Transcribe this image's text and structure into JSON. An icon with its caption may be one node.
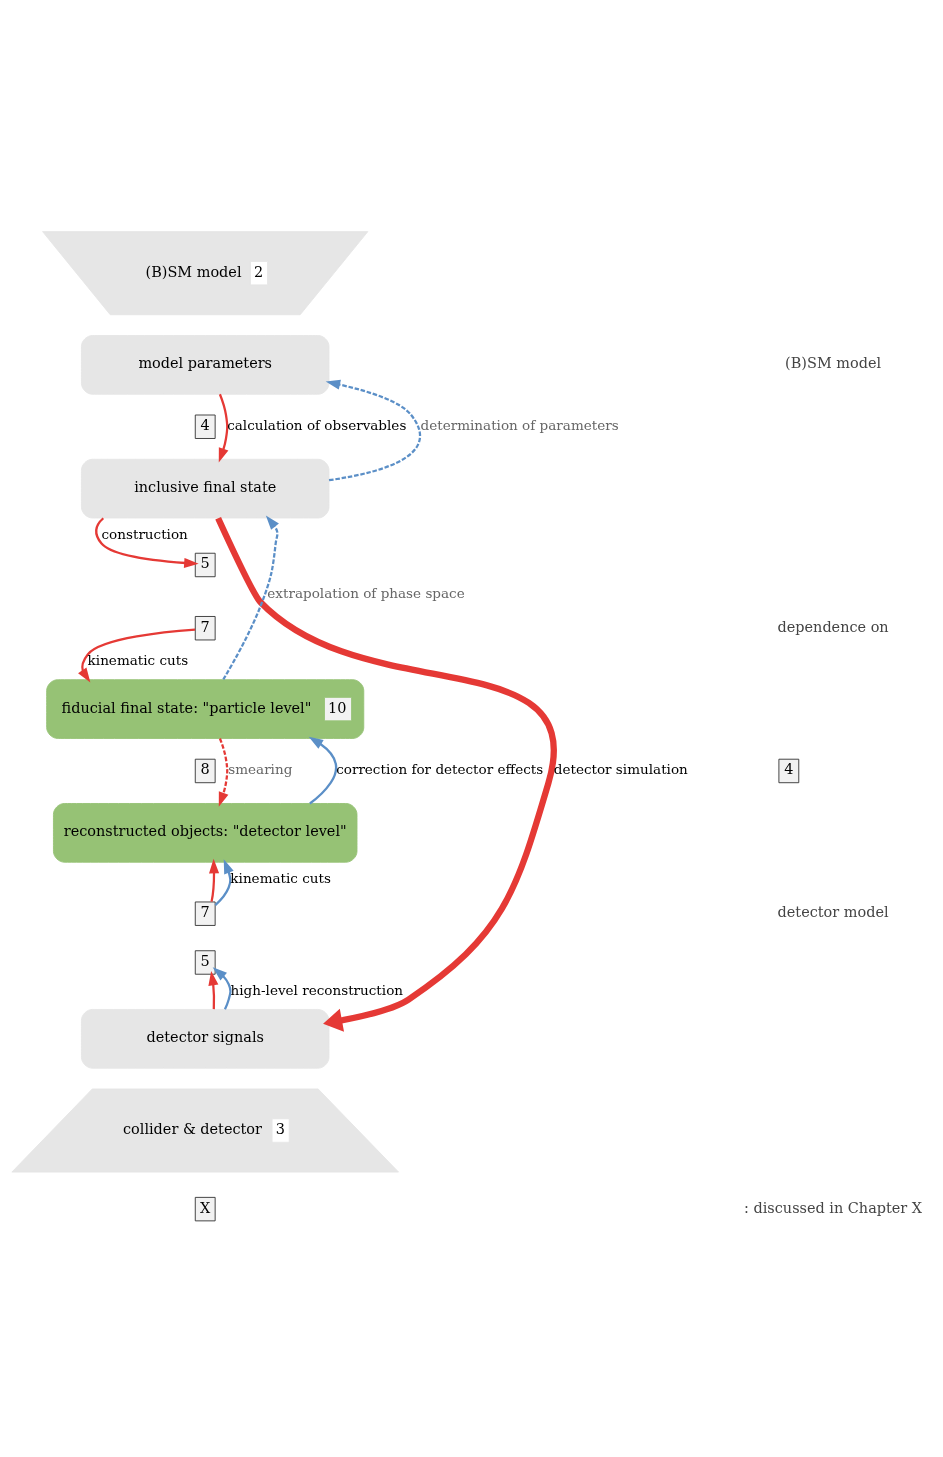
{
  "diagram": {
    "nodes": [
      {
        "text": [
          "(B)SM model",
          "2"
        ]
      },
      {
        "text": [
          "model parameters"
        ]
      },
      {
        "text": [
          "4"
        ]
      },
      {
        "text": [
          "inclusive final state"
        ]
      },
      {
        "text": [
          "5"
        ]
      },
      {
        "text": [
          "7"
        ]
      },
      {
        "text": [
          "fiducial final state: \"particle level\"",
          "10"
        ]
      },
      {
        "text": [
          "8"
        ]
      },
      {
        "text": [
          "4"
        ]
      },
      {
        "text": [
          "reconstructed objects: \"detector level\""
        ]
      },
      {
        "text": [
          "7"
        ]
      },
      {
        "text": [
          "5"
        ]
      },
      {
        "text": [
          "detector signals"
        ]
      },
      {
        "text": [
          "collider & detector",
          "3"
        ]
      },
      {
        "text": [
          "X"
        ]
      }
    ],
    "edges": [
      {
        "from": 1,
        "to": 3,
        "arrow": "to",
        "label": "calculation of observables"
      },
      {
        "from": 3,
        "to": 1,
        "arrow": "to",
        "label": "determination of parameters",
        "style": "dashed",
        "color": "#5b8fc7"
      },
      {
        "from": 3,
        "to": 4,
        "arrow": "to",
        "label": "construction"
      },
      {
        "from": 5,
        "to": 6,
        "arrow": "to",
        "label": "kinematic cuts"
      },
      {
        "from": 6,
        "to": 3,
        "arrow": "to",
        "label": "extrapolation of phase space",
        "style": "dashed",
        "color": "#5b8fc7"
      },
      {
        "from": 9,
        "to": 6,
        "arrow": "to",
        "label": "correction for detector effects",
        "color": "#5b8fc7"
      },
      {
        "from": 6,
        "to": 9,
        "arrow": "to",
        "label": "smearing",
        "style": "dashed"
      },
      {
        "from": 10,
        "to": 9,
        "arrow": "to",
        "label": "kinematic cuts",
        "color": "#5b8fc7"
      },
      {
        "from": 12,
        "to": 11,
        "arrow": "to",
        "label": "high-level reconstruction",
        "color": "#5b8fc7"
      },
      {
        "from": 10,
        "to": 9,
        "arrow": "to"
      },
      {
        "from": 12,
        "to": 11,
        "arrow": "to"
      },
      {
        "from": 3,
        "to": 12,
        "arrow": "to",
        "label": "detector simulation",
        "style": "thick"
      }
    ],
    "labels": [
      "(B)SM model",
      "dependence on",
      "detector model",
      ": discussed in Chapter X"
    ]
  }
}
